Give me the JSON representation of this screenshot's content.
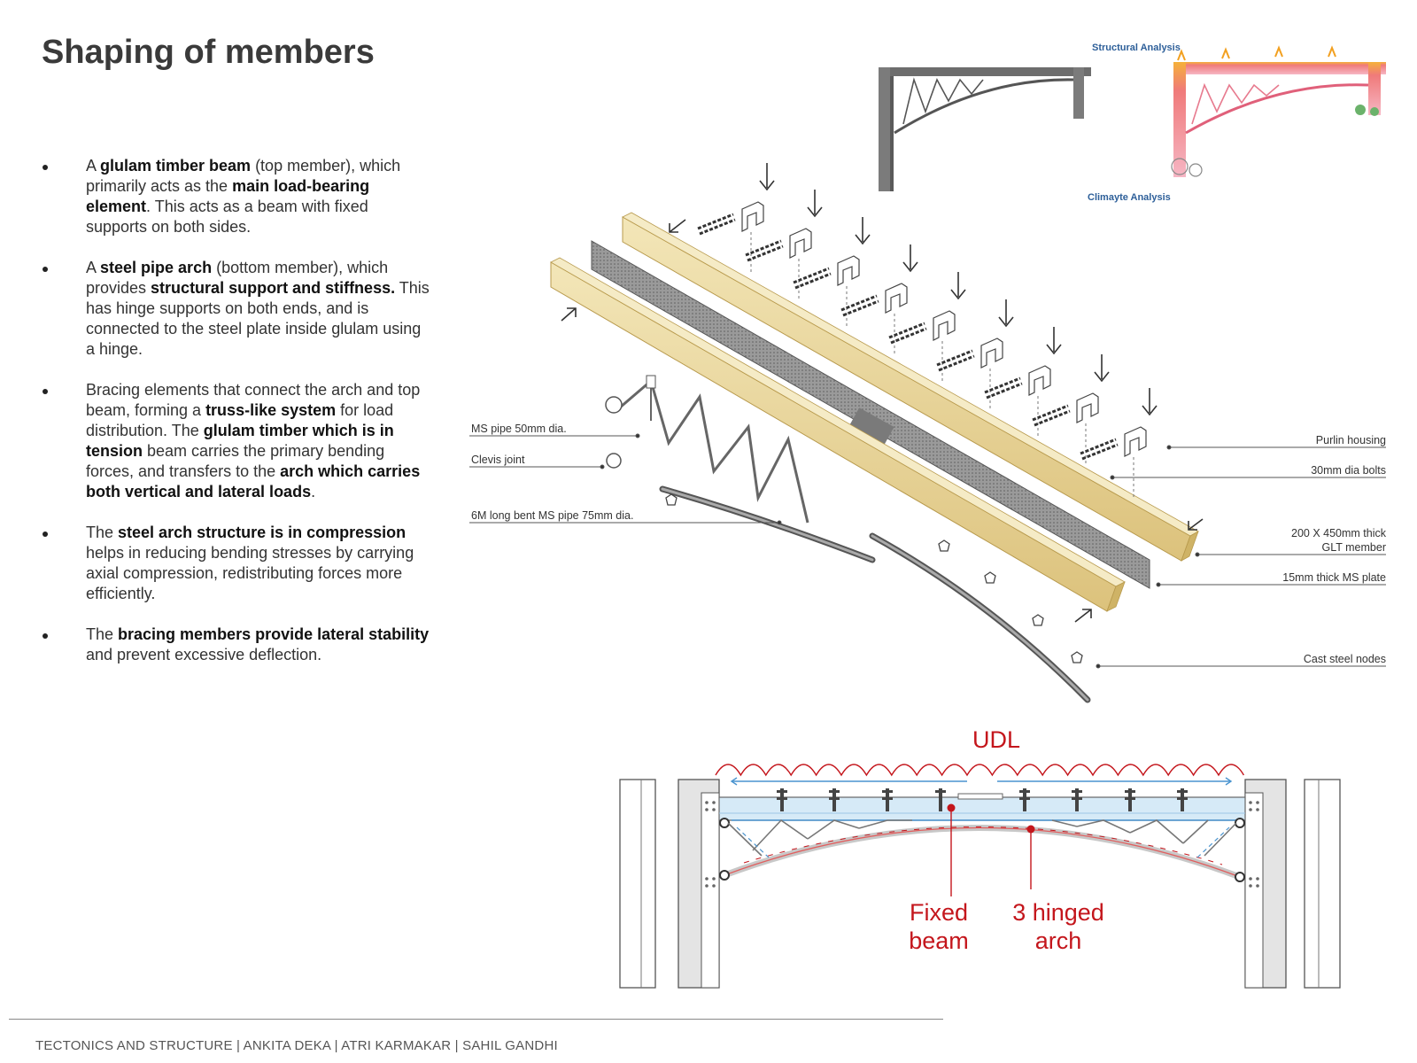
{
  "title": "Shaping of members",
  "bullets": [
    [
      {
        "t": "A ",
        "b": false
      },
      {
        "t": "glulam timber beam",
        "b": true
      },
      {
        "t": " (top member), which primarily acts as the ",
        "b": false
      },
      {
        "t": "main load-bearing element",
        "b": true
      },
      {
        "t": ". This acts as a beam with fixed supports on both sides.",
        "b": false
      }
    ],
    [
      {
        "t": "A ",
        "b": false
      },
      {
        "t": "steel pipe arch",
        "b": true
      },
      {
        "t": " (bottom member), which provides ",
        "b": false
      },
      {
        "t": "structural support and stiffness.",
        "b": true
      },
      {
        "t": " This has hinge supports on both ends, and is connected to the steel plate inside glulam using a hinge.",
        "b": false
      }
    ],
    [
      {
        "t": "Bracing elements that connect the arch and top beam, forming a ",
        "b": false
      },
      {
        "t": "truss-like system",
        "b": true
      },
      {
        "t": " for load distribution. The ",
        "b": false
      },
      {
        "t": "glulam timber which is in tension",
        "b": true
      },
      {
        "t": " beam carries the primary bending forces, and transfers to the ",
        "b": false
      },
      {
        "t": "arch which carries both vertical and lateral loads",
        "b": true
      },
      {
        "t": ".",
        "b": false
      }
    ],
    [
      {
        "t": "The ",
        "b": false
      },
      {
        "t": "steel arch structure is in compression",
        "b": true
      },
      {
        "t": " helps in reducing bending stresses by carrying axial compression, redistributing forces more efficiently.",
        "b": false
      }
    ],
    [
      {
        "t": "The ",
        "b": false
      },
      {
        "t": "bracing members provide lateral stability",
        "b": true
      },
      {
        "t": " and prevent excessive deflection.",
        "b": false
      }
    ]
  ],
  "analysis": {
    "structural": "Structural Analysis",
    "climate": "Climayte Analysis"
  },
  "labels": {
    "ms_pipe": "MS pipe 50mm dia.",
    "clevis": "Clevis joint",
    "bent_pipe": "6M long bent MS pipe 75mm dia.",
    "purlin": "Purlin housing",
    "bolts": "30mm dia bolts",
    "glt_1": "200 X 450mm thick",
    "glt_2": "GLT member",
    "plate": "15mm thick MS plate",
    "nodes": "Cast steel nodes"
  },
  "section": {
    "udl": "UDL",
    "fixed_1": "Fixed",
    "fixed_2": "beam",
    "hinged_1": "3 hinged",
    "hinged_2": "arch"
  },
  "footer": "TECTONICS AND STRUCTURE | ANKITA DEKA | ATRI KARMAKAR | SAHIL GANDHI",
  "colors": {
    "timber": "#e9d8a0",
    "red": "#c4161c",
    "blue": "#5aa0d6",
    "plate": "#8a8a8a"
  }
}
